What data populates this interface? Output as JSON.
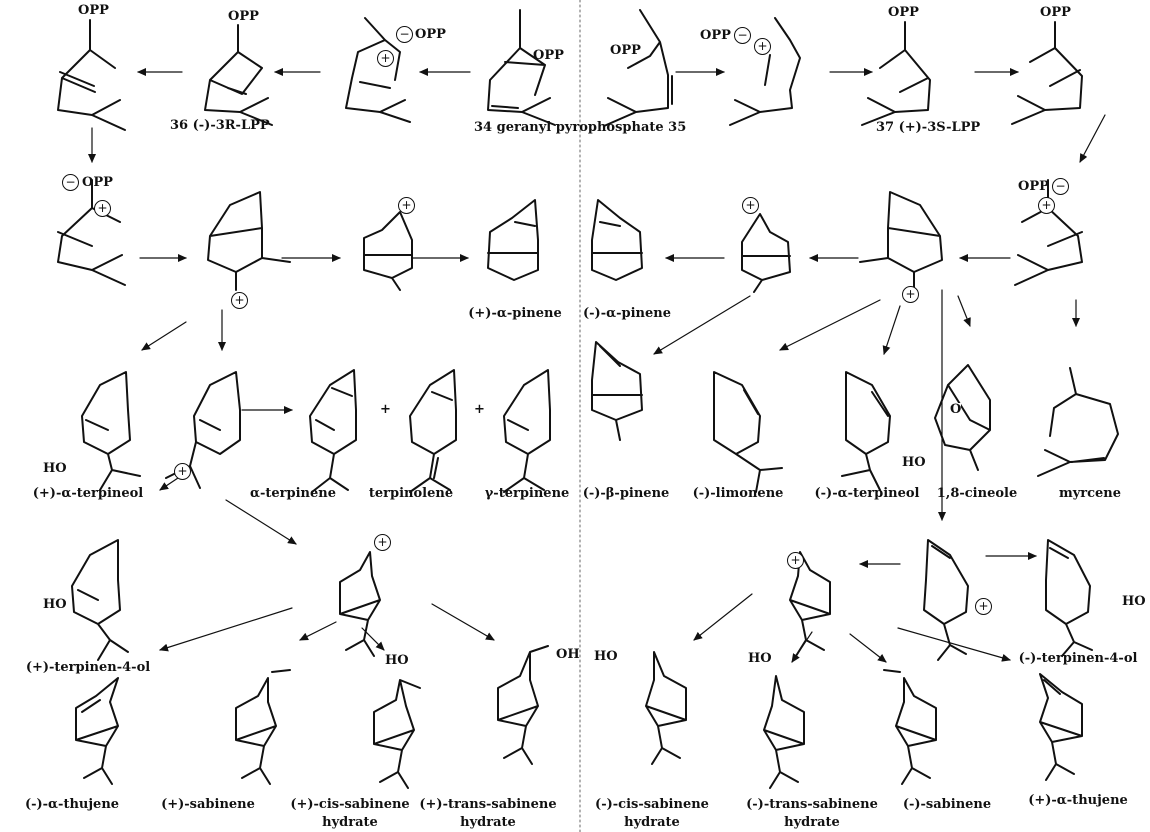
{
  "compounds": {
    "c36": "36  (-)-3R-LPP",
    "c34": "34  geranyl pyrophosphate  35",
    "c37": "37  (+)-3S-LPP",
    "apinene_p": "(+)-α-pinene",
    "apinene_m": "(-)-α-pinene",
    "aterpineol_p": "(+)-α-terpineol",
    "aterpinene": "α-terpinene",
    "terpinolene": "terpinolene",
    "gterpinene": "γ-terpinene",
    "bpinene_m": "(-)-β-pinene",
    "limonene_m": "(-)-limonene",
    "aterpineol_m": "(-)-α-terpineol",
    "cineole": "1,8-cineole",
    "myrcene": "myrcene",
    "terpinen4ol_p": "(+)-terpinen-4-ol",
    "terpinen4ol_m": "(-)-terpinen-4-ol",
    "athujene_m": "(-)-α-thujene",
    "sabinene_p": "(+)-sabinene",
    "cis_sab_p_1": "(+)-cis-sabinene",
    "cis_sab_p_2": "hydrate",
    "trans_sab_p_1": "(+)-trans-sabinene",
    "trans_sab_p_2": "hydrate",
    "cis_sab_m_1": "(-)-cis-sabinene",
    "cis_sab_m_2": "hydrate",
    "trans_sab_m_1": "(-)-trans-sabinene",
    "trans_sab_m_2": "hydrate",
    "sabinene_m": "(-)-sabinene",
    "athujene_p": "(+)-α-thujene"
  },
  "groups": {
    "opp": "OPP",
    "ho": "HO",
    "oh": "OH",
    "o": "O",
    "plus_sign": "+",
    "plus_charge": "+",
    "minus_charge": "−"
  }
}
